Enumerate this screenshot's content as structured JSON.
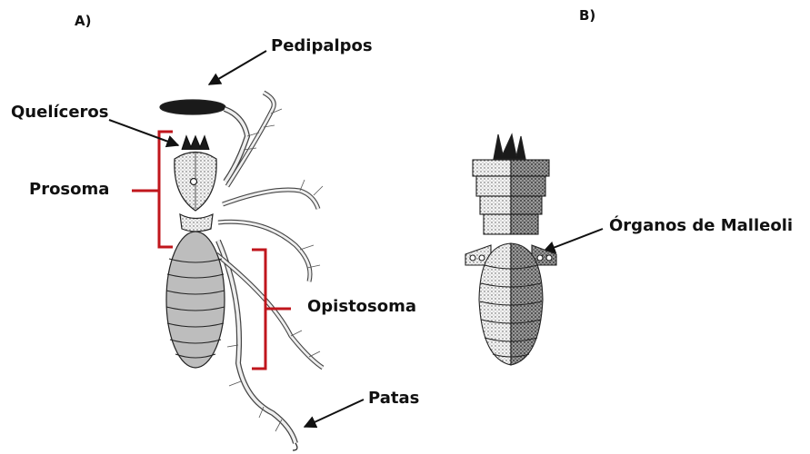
{
  "panels": {
    "a_label": "A)",
    "b_label": "B)"
  },
  "labels": {
    "pedipalpos": "Pedipalpos",
    "queliceros": "Quelíceros",
    "prosoma": "Prosoma",
    "opistosoma": "Opistosoma",
    "patas": "Patas",
    "organos": "Órganos de Malleoli"
  },
  "colors": {
    "bracket": "#c0161c",
    "arrow": "#111111",
    "ink": "#222222"
  }
}
